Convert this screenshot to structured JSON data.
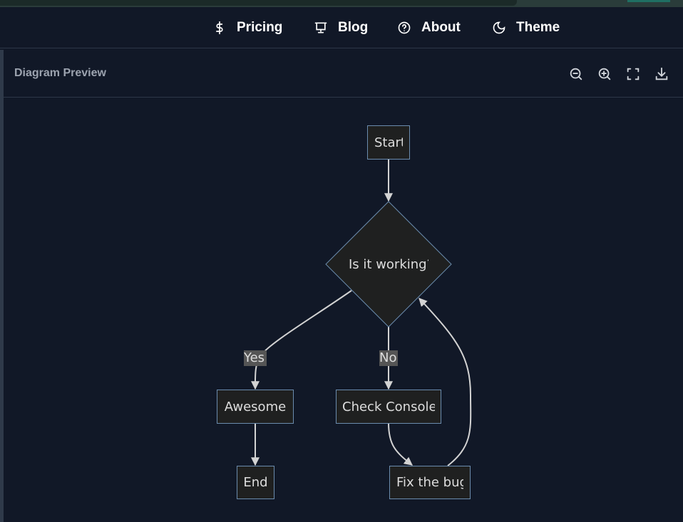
{
  "nav": {
    "items": [
      {
        "label": "Pricing",
        "icon": "dollar-icon"
      },
      {
        "label": "Blog",
        "icon": "presentation-board-icon"
      },
      {
        "label": "About",
        "icon": "help-circle-icon"
      },
      {
        "label": "Theme",
        "icon": "moon-icon"
      }
    ]
  },
  "panel": {
    "title": "Diagram Preview",
    "tools": [
      "zoom-out-icon",
      "zoom-in-icon",
      "fullscreen-icon",
      "download-icon"
    ]
  },
  "diagram": {
    "nodes": {
      "start": "Start",
      "decision": "Is it working?",
      "awesome": "Awesome",
      "check": "Check Console",
      "end": "End",
      "fix": "Fix the bug"
    },
    "edge_labels": {
      "yes": "Yes",
      "no": "No"
    },
    "colors": {
      "node_fill": "#1f2020",
      "node_stroke": "#6b8cae",
      "edge": "#d3d3d3",
      "label_bg": "#555555"
    }
  }
}
